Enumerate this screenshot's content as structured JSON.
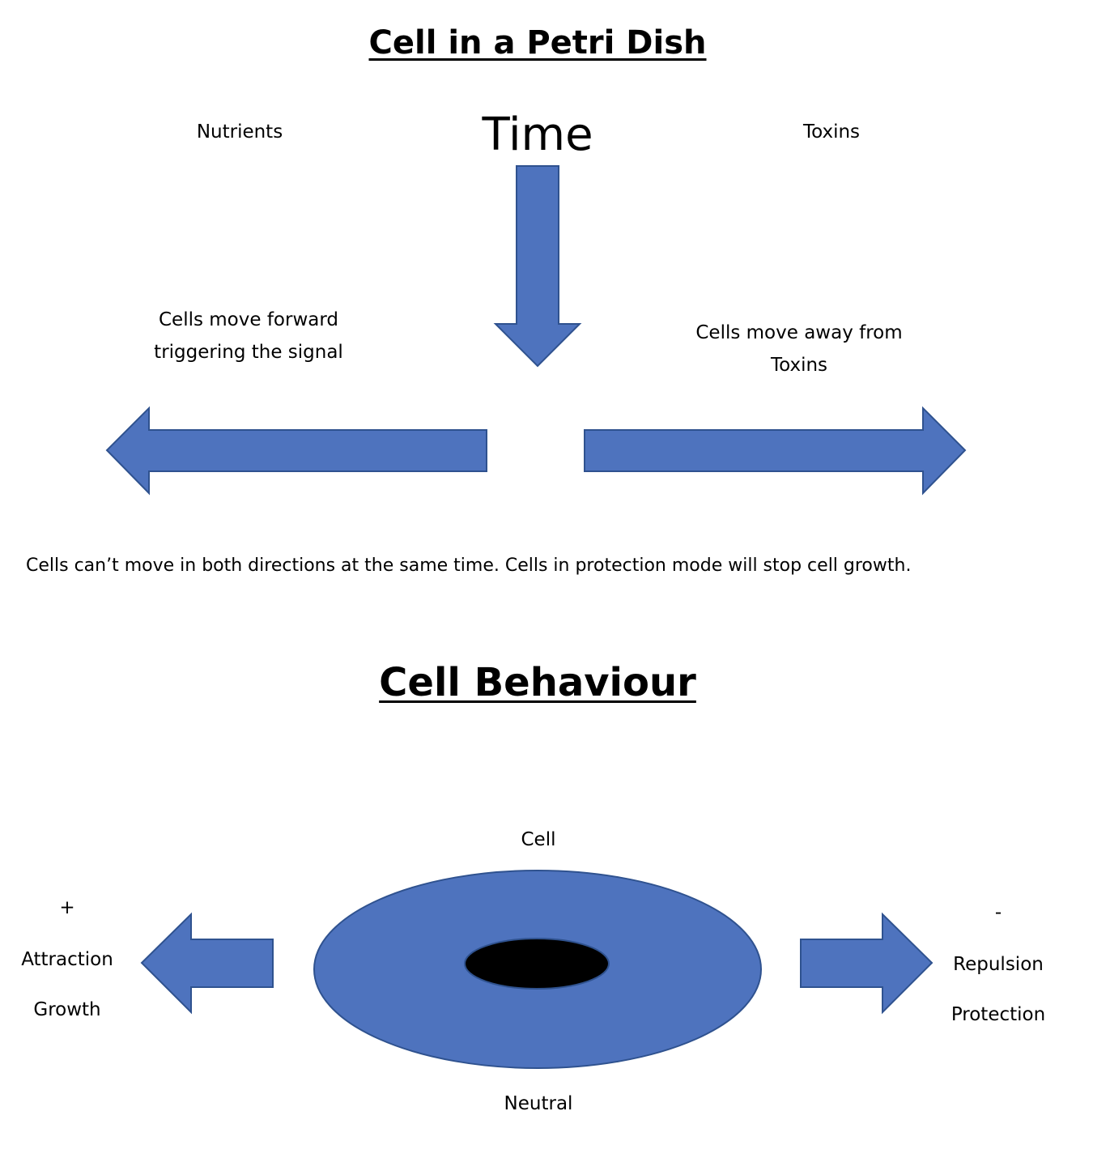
{
  "petri": {
    "title": "Cell in a Petri Dish",
    "nutrients": "Nutrients",
    "time": "Time",
    "toxins": "Toxins",
    "left_note_line1": "Cells move forward",
    "left_note_line2": "triggering the signal",
    "right_note_line1": "Cells move away from",
    "right_note_line2": "Toxins",
    "caption": "Cells can’t move in both directions at the same time. Cells in protection mode will stop cell growth."
  },
  "behaviour": {
    "title": "Cell Behaviour",
    "cell_label": "Cell",
    "neutral_label": "Neutral",
    "plus": "+",
    "attraction": "Attraction",
    "growth": "Growth",
    "minus": "-",
    "repulsion": "Repulsion",
    "protection": "Protection"
  },
  "colors": {
    "shape_fill": "#4E73BE",
    "shape_stroke": "#2F528F",
    "nucleus": "#000000"
  }
}
